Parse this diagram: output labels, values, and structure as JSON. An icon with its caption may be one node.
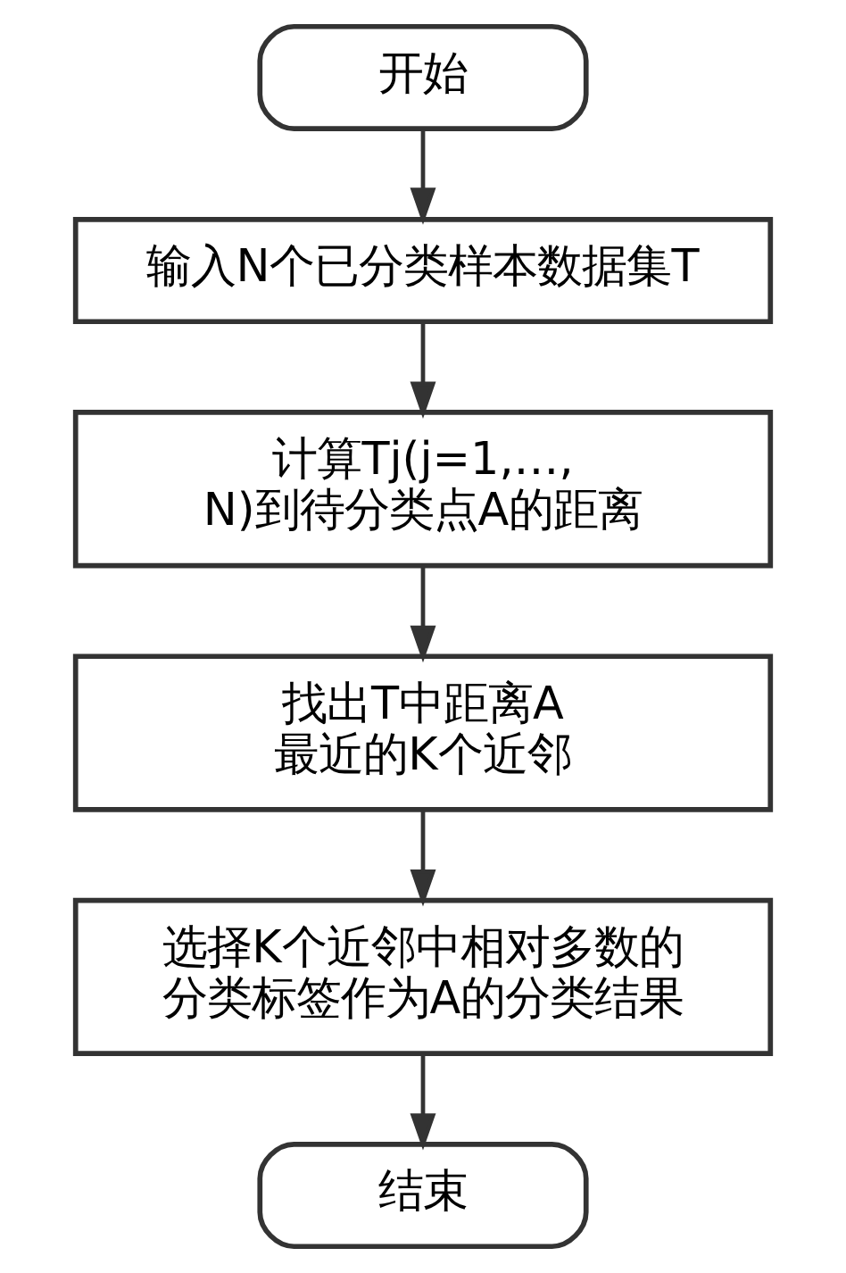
{
  "diagram": {
    "nodes": [
      {
        "text": [
          "开始"
        ]
      },
      {
        "text": [
          "输入N个已分类样本数据集T"
        ]
      },
      {
        "text": [
          "计算Tj(j=1,…,N)到待分类点A的距离"
        ]
      },
      {
        "text": [
          "找出T中距离A最近的K个近邻"
        ]
      },
      {
        "text": [
          "选择K个近邻中相对多数的分类标签作为A的分类结果"
        ]
      },
      {
        "text": [
          "结束"
        ]
      }
    ],
    "edges": [
      {
        "from": 0,
        "to": 1,
        "arrow": "to"
      },
      {
        "from": 1,
        "to": 2,
        "arrow": "to"
      },
      {
        "from": 2,
        "to": 3,
        "arrow": "to"
      },
      {
        "from": 3,
        "to": 4,
        "arrow": "to"
      },
      {
        "from": 4,
        "to": 5,
        "arrow": "to"
      }
    ]
  }
}
